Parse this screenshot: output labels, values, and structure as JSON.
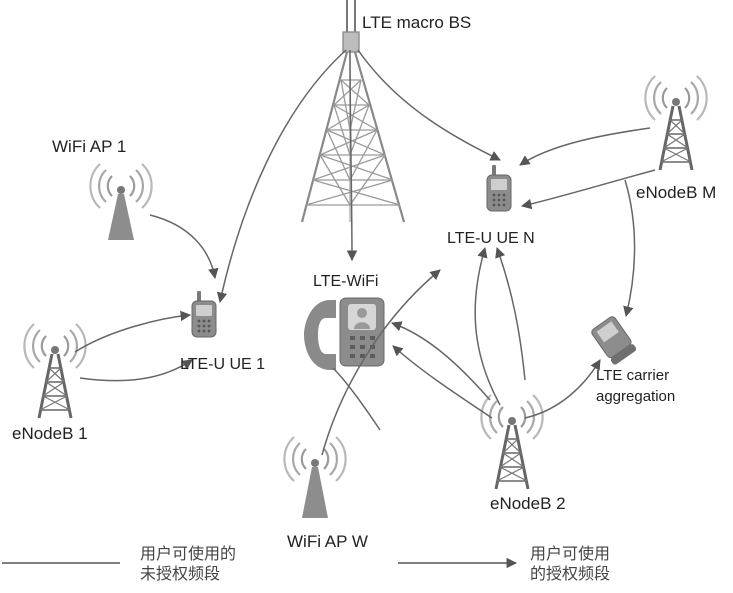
{
  "diagram": {
    "nodes": {
      "macro_bs": "LTE macro BS",
      "wifi_ap1": "WiFi  AP 1",
      "enodeb_m": "eNodeB M",
      "ue_n": "LTE-U UE N",
      "lte_wifi": "LTE-WiFi",
      "ue_1": "LTE-U UE 1",
      "enodeb_1": "eNodeB 1",
      "carrier_agg_line1": "LTE carrier",
      "carrier_agg_line2": "aggregation",
      "enodeb_2": "eNodeB 2",
      "wifi_apw": "WiFi  AP W"
    },
    "legend": {
      "unlicensed_line1": "用户可使用的",
      "unlicensed_line2": "未授权频段",
      "licensed_line1": "用户可使用",
      "licensed_line2": "的授权频段"
    },
    "colors": {
      "arrow": "#666666",
      "tower": "#8a8a8a",
      "device": "#8c8c8c",
      "wave": "#9a9a9a"
    }
  }
}
